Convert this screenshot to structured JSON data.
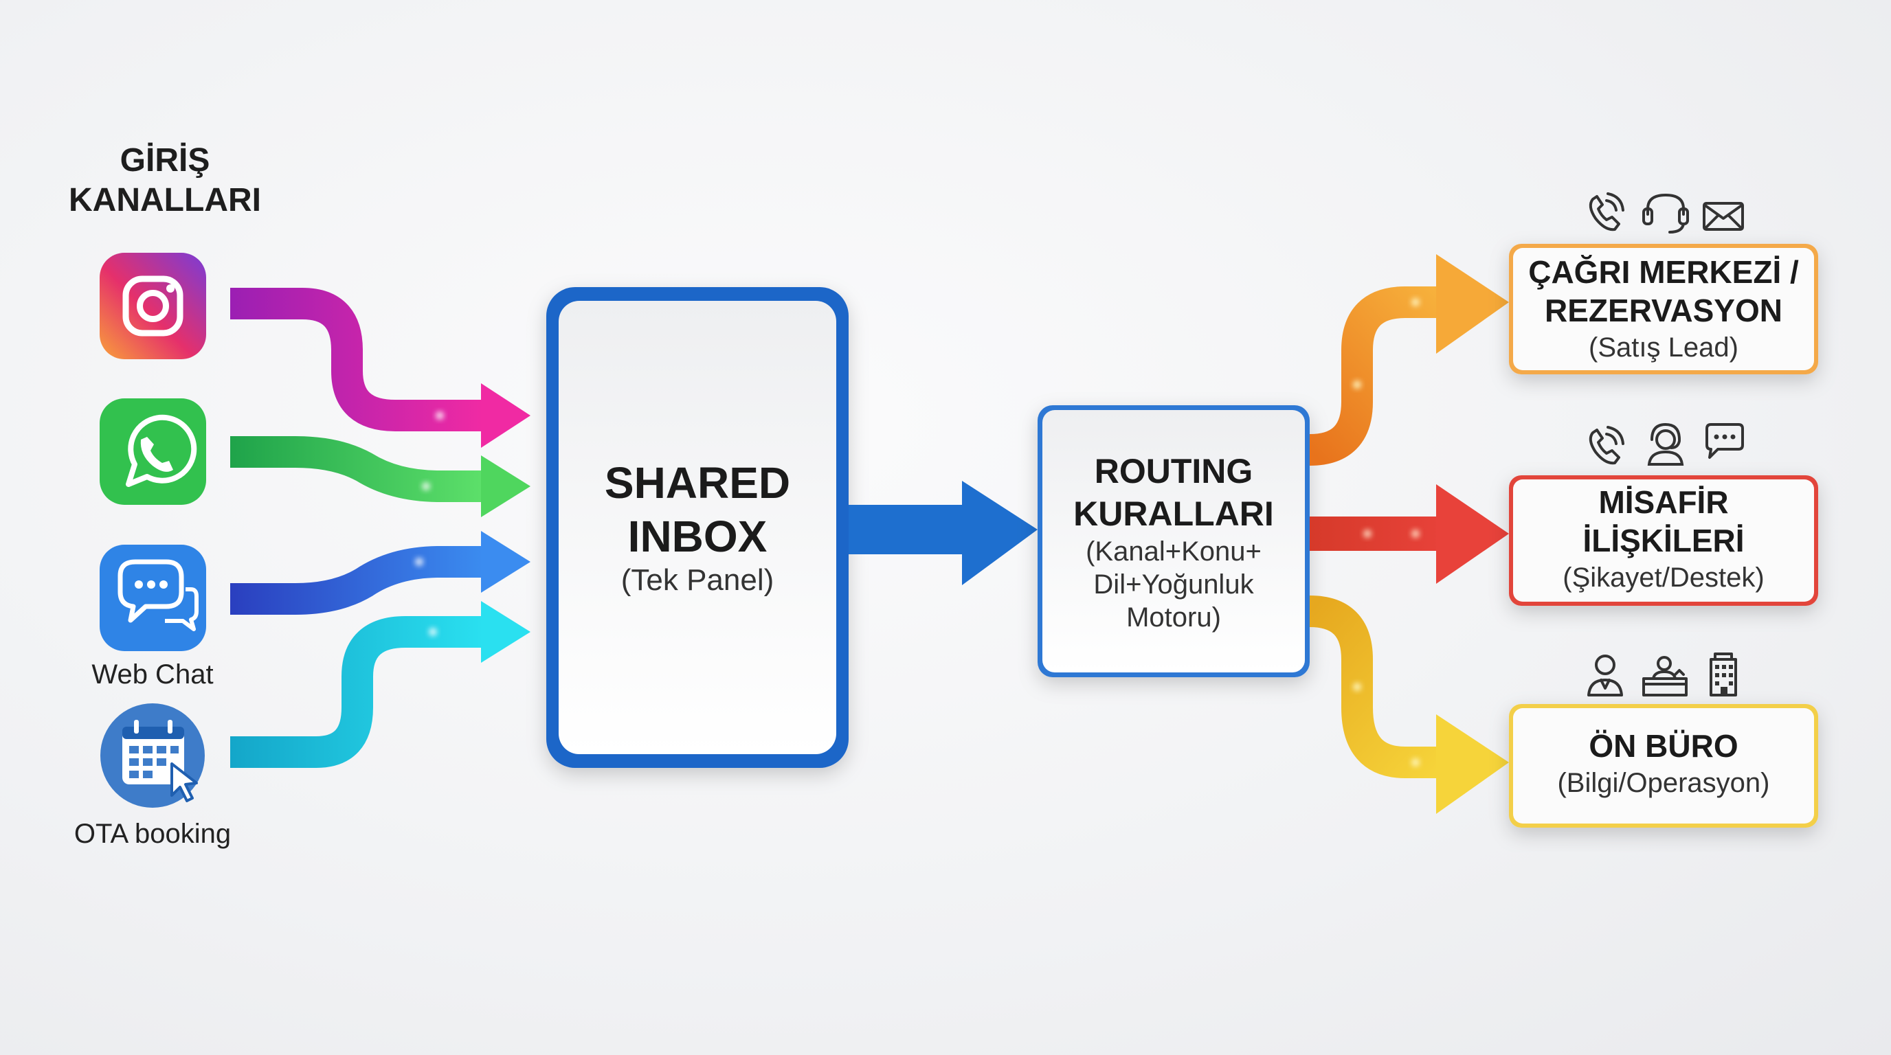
{
  "heading": {
    "line1": "GİRİŞ",
    "line2": "KANALLARI"
  },
  "channels": [
    {
      "name": "instagram-icon",
      "label": "",
      "color": "#e0249a"
    },
    {
      "name": "whatsapp-icon",
      "label": "",
      "color": "#34c759"
    },
    {
      "name": "web-chat-icon",
      "label": "Web Chat",
      "color": "#2f7fe0"
    },
    {
      "name": "calendar-icon",
      "label": "OTA booking",
      "color": "#16b9d8"
    }
  ],
  "inbox": {
    "title_line1": "SHARED",
    "title_line2": "INBOX",
    "subtitle": "(Tek Panel)"
  },
  "routing": {
    "title_line1": "ROUTING",
    "title_line2": "KURALLARI",
    "sub_line1": "(Kanal+Konu+",
    "sub_line2": "Dil+Yoğunluk",
    "sub_line3": "Motoru)"
  },
  "destinations": [
    {
      "title_line1": "ÇAĞRI MERKEZİ /",
      "title_line2": "REZERVASYON",
      "subtitle": "(Satış Lead)",
      "color": "#f2a33a",
      "icons": [
        "phone-icon",
        "headset-icon",
        "envelope-icon"
      ]
    },
    {
      "title_line1": "MİSAFİR",
      "title_line2": "İLİŞKİLERİ",
      "subtitle": "(Şikayet/Destek)",
      "color": "#e2453b",
      "icons": [
        "phone-icon",
        "support-agent-icon",
        "chat-bubble-icon"
      ]
    },
    {
      "title_line1": "ÖN BÜRO",
      "title_line2": "",
      "subtitle": "(Bilgi/Operasyon)",
      "color": "#f3c734",
      "icons": [
        "receptionist-icon",
        "front-desk-icon",
        "hotel-building-icon"
      ]
    }
  ]
}
